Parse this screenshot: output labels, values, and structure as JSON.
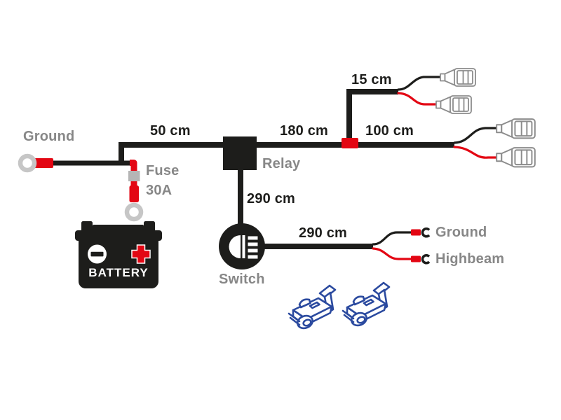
{
  "diagram": {
    "title_hint": "fog light wiring harness diagram",
    "labels": {
      "ground_left": "Ground",
      "len_50": "50 cm",
      "fuse_line1": "Fuse",
      "fuse_line2": "30A",
      "relay": "Relay",
      "len_180": "180 cm",
      "len_15": "15 cm",
      "len_100": "100 cm",
      "len_290_switch": "290 cm",
      "len_290_out": "290 cm",
      "battery": "BATTERY",
      "switch": "Switch",
      "ground_right": "Ground",
      "highbeam": "Highbeam"
    },
    "colors": {
      "wire_black": "#1d1d1b",
      "wire_red": "#e30613",
      "label_gray": "#878787",
      "ring_terminal_gray": "#c6c6c6",
      "fuse_gray": "#b5b5b5",
      "spade_outline_gray": "#8c8c8c",
      "quick_splice_blue": "#2b4a9f",
      "background": "#ffffff"
    },
    "icons": [
      "ring-terminal-icon",
      "fuse-icon",
      "battery-icon",
      "relay-box-icon",
      "junction-connector-icon",
      "headlight-switch-icon",
      "spade-connector-icon",
      "bullet-terminal-icon",
      "quick-splice-clip-icon"
    ]
  }
}
